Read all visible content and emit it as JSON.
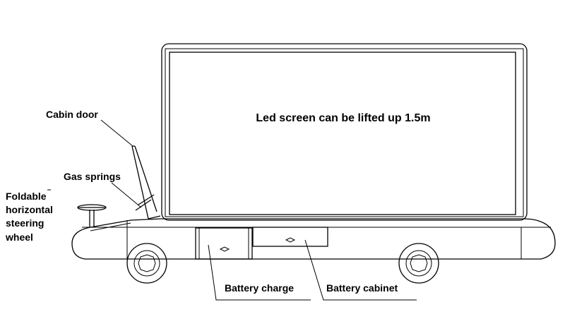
{
  "screen_text": "Led screen can be lifted up 1.5m",
  "labels": {
    "cabin_door": "Cabin door",
    "gas_springs": "Gas springs",
    "steering_line1": "Foldable",
    "steering_line2": "horizontal",
    "steering_line3": "steering",
    "steering_line4": "wheel",
    "battery_charge": "Battery charge",
    "battery_cabinet": "Battery cabinet"
  }
}
